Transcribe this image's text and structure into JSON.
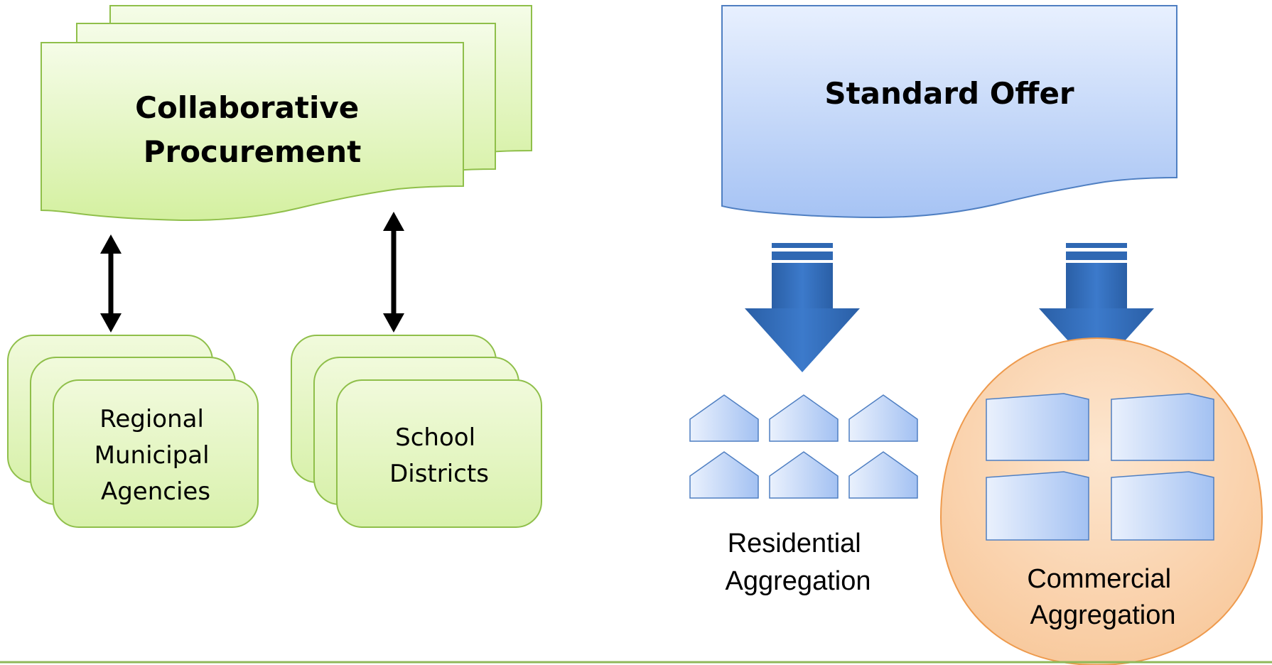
{
  "left": {
    "main_box": {
      "line1": "Collaborative",
      "line2": "Procurement"
    },
    "group1": {
      "line1": "Regional",
      "line2": "Municipal",
      "line3": "Agencies"
    },
    "group2": {
      "line1": "School",
      "line2": "Districts"
    }
  },
  "right": {
    "main_box": {
      "title": "Standard Offer"
    },
    "residential": {
      "line1": "Residential",
      "line2": "Aggregation"
    },
    "commercial": {
      "line1": "Commercial",
      "line2": "Aggregation"
    }
  },
  "colors": {
    "green_fill_top": "#f3fbe2",
    "green_fill_bottom": "#d7f2a6",
    "green_stroke": "#8fbf4a",
    "blue_fill_top": "#e6effe",
    "blue_fill_bottom": "#a9c6f5",
    "blue_stroke": "#4f7fc2",
    "arrow_blue": "#2f68b3",
    "orange_fill": "#fbd7b3",
    "orange_stroke": "#ee9a4d",
    "footer_line": "#8fb95a"
  },
  "icons": {
    "connector": "double-headed-arrow",
    "flow": "down-arrow",
    "residential_unit": "house-icon",
    "commercial_unit": "building-icon"
  }
}
